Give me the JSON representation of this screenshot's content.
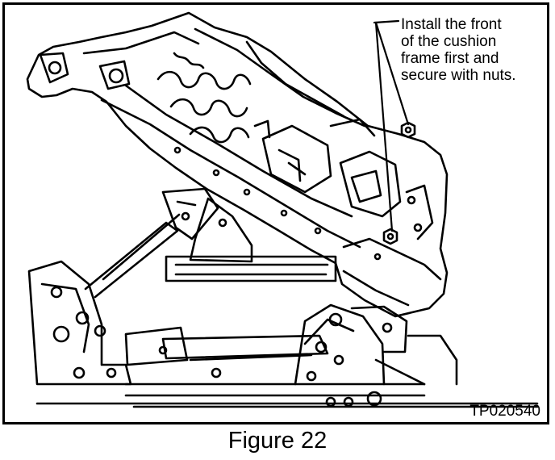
{
  "figure": {
    "callout_lines": [
      "Install the front",
      "of the cushion",
      "frame first and",
      "secure with nuts."
    ],
    "part_code": "TP020540",
    "caption": "Figure 22"
  },
  "colors": {
    "ink": "#000000",
    "paper": "#ffffff"
  },
  "icons": {
    "nut": "hex-nut-icon"
  }
}
